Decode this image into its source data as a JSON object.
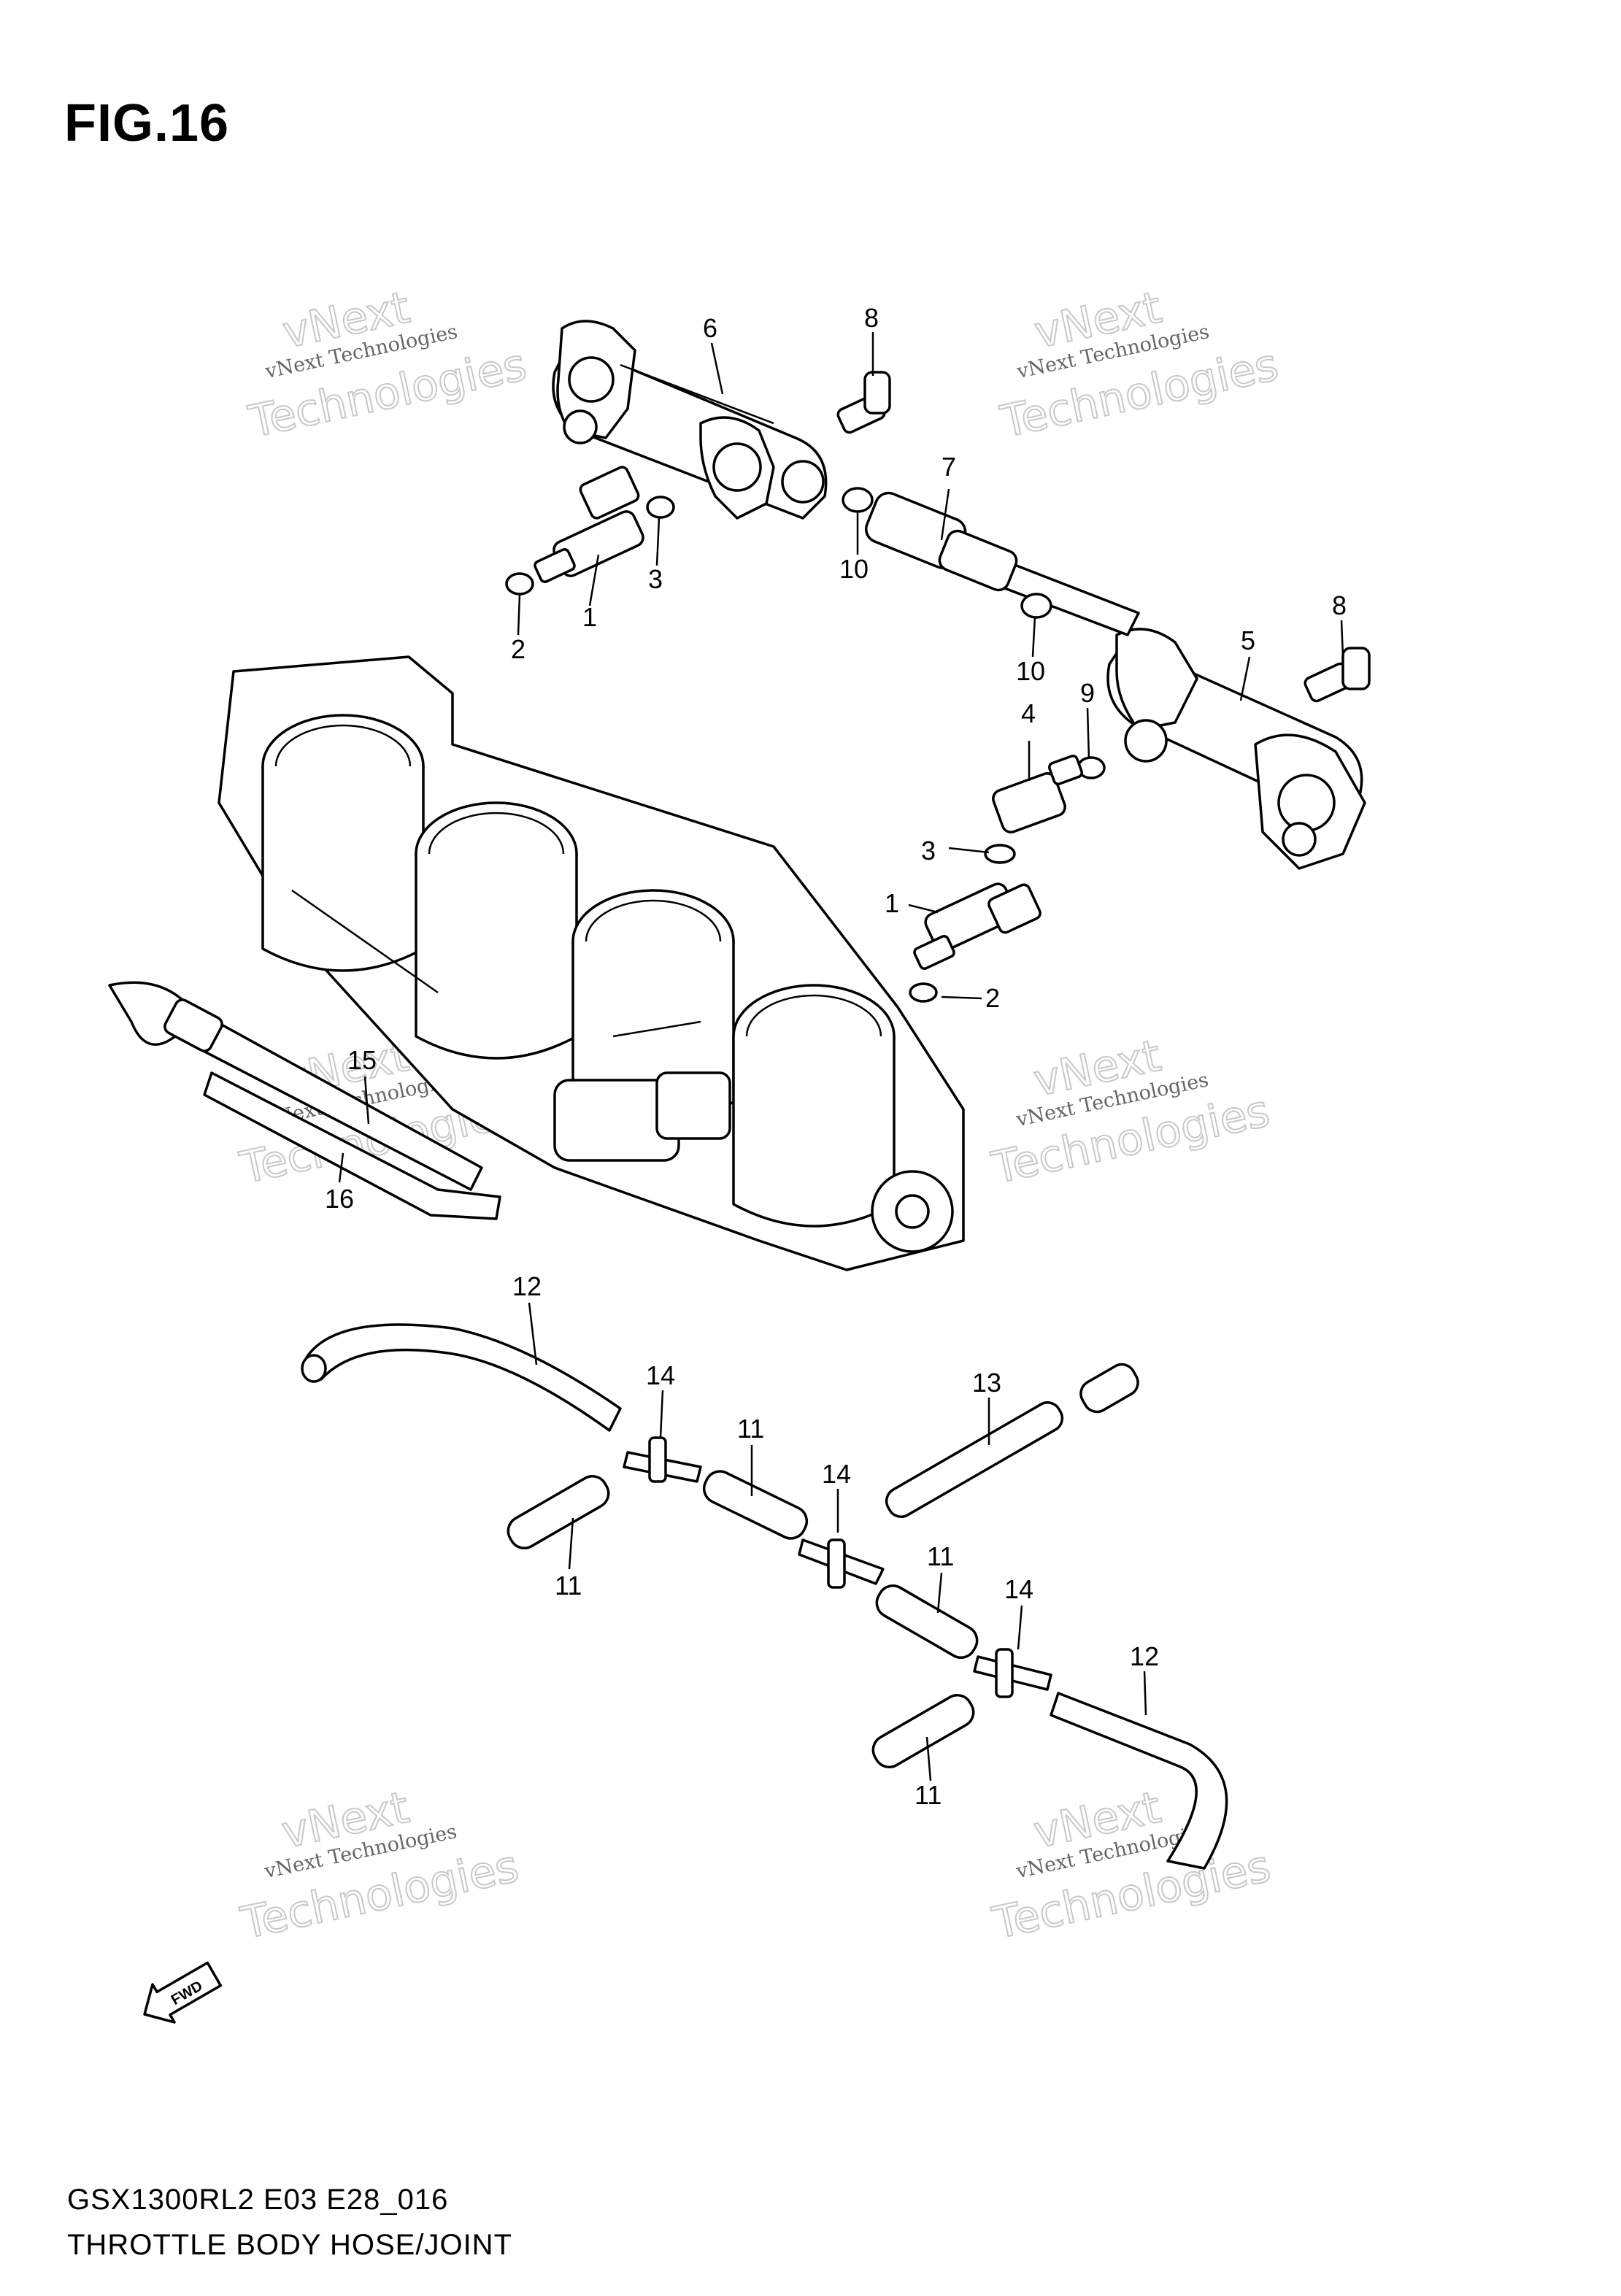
{
  "figure": {
    "title": "FIG.16",
    "model_code": "GSX1300RL2 E03 E28_016",
    "section_name": "THROTTLE BODY HOSE/JOINT",
    "fwd_badge": "FWD"
  },
  "watermark": {
    "line1": "vNext Technologies",
    "line2": "Technologies",
    "line3": "vNext"
  },
  "callouts": [
    {
      "id": "c6",
      "label": "6"
    },
    {
      "id": "c8a",
      "label": "8"
    },
    {
      "id": "c7",
      "label": "7"
    },
    {
      "id": "c1a",
      "label": "1"
    },
    {
      "id": "c2a",
      "label": "2"
    },
    {
      "id": "c3a",
      "label": "3"
    },
    {
      "id": "c10a",
      "label": "10"
    },
    {
      "id": "c10b",
      "label": "10"
    },
    {
      "id": "c8b",
      "label": "8"
    },
    {
      "id": "c5",
      "label": "5"
    },
    {
      "id": "c4",
      "label": "4"
    },
    {
      "id": "c9",
      "label": "9"
    },
    {
      "id": "c3b",
      "label": "3"
    },
    {
      "id": "c1b",
      "label": "1"
    },
    {
      "id": "c2b",
      "label": "2"
    },
    {
      "id": "c15",
      "label": "15"
    },
    {
      "id": "c16",
      "label": "16"
    },
    {
      "id": "c12a",
      "label": "12"
    },
    {
      "id": "c14a",
      "label": "14"
    },
    {
      "id": "c11a",
      "label": "11"
    },
    {
      "id": "c13",
      "label": "13"
    },
    {
      "id": "c11b",
      "label": "11"
    },
    {
      "id": "c14b",
      "label": "14"
    },
    {
      "id": "c11c",
      "label": "11"
    },
    {
      "id": "c14c",
      "label": "14"
    },
    {
      "id": "c12b",
      "label": "12"
    },
    {
      "id": "c11d",
      "label": "11"
    }
  ]
}
